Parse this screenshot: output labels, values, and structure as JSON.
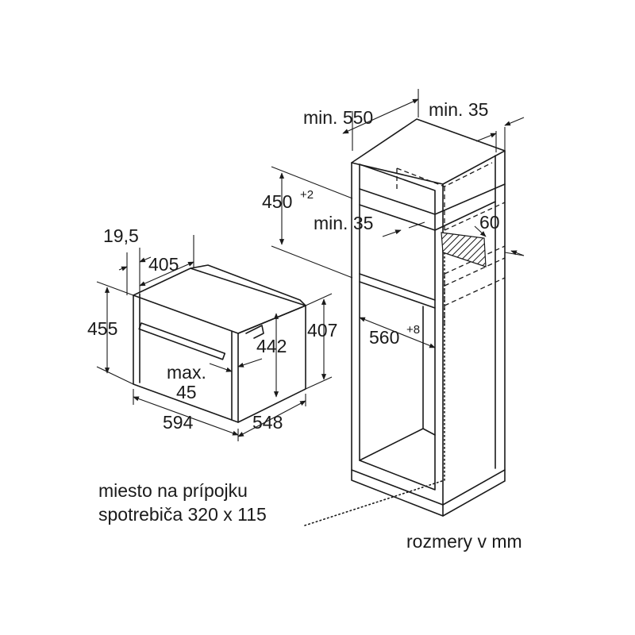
{
  "labels": {
    "min_550": "min. 550",
    "min_35_top": "min. 35",
    "h450": "450",
    "h450_tol": "+2",
    "min_35_mid": "min. 35",
    "d60": "60",
    "d19_5": "19,5",
    "d405": "405",
    "d455": "455",
    "d442": "442",
    "d407": "407",
    "d560": "560",
    "d560_tol": "+8",
    "max": "max.",
    "d45": "45",
    "d594": "594",
    "d548": "548"
  },
  "notes": {
    "connection_line1": "miesto na prípojku",
    "connection_line2": "spotrebiča 320 x 115",
    "units": "rozmery v mm"
  }
}
